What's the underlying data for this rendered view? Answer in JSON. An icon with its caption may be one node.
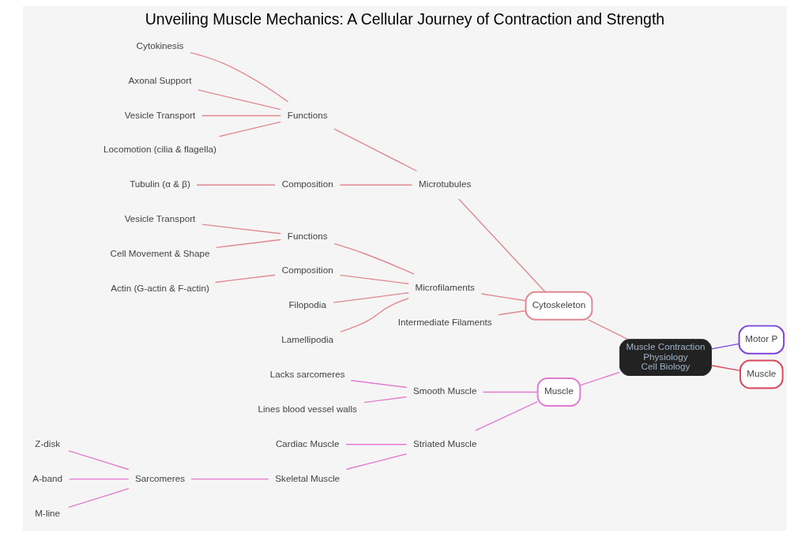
{
  "diagram": {
    "title": "Unveiling Muscle Mechanics: A Cellular Journey of Contraction and Strength",
    "nodes": [
      {
        "text": [
          "Muscle Contraction",
          "Physiology",
          "Cell Biology"
        ]
      },
      {
        "text": [
          "Cytoskeleton"
        ]
      },
      {
        "text": [
          "Microtubules"
        ]
      },
      {
        "text": [
          "Functions"
        ]
      },
      {
        "text": [
          "Cytokinesis"
        ]
      },
      {
        "text": [
          "Axonal Support"
        ]
      },
      {
        "text": [
          "Vesicle Transport"
        ]
      },
      {
        "text": [
          "Locomotion (cilia & flagella)"
        ]
      },
      {
        "text": [
          "Composition"
        ]
      },
      {
        "text": [
          "Tubulin (α & β)"
        ]
      },
      {
        "text": [
          "Microfilaments"
        ]
      },
      {
        "text": [
          "Functions"
        ]
      },
      {
        "text": [
          "Vesicle Transport"
        ]
      },
      {
        "text": [
          "Cell Movement & Shape"
        ]
      },
      {
        "text": [
          "Composition"
        ]
      },
      {
        "text": [
          "Actin (G-actin & F-actin)"
        ]
      },
      {
        "text": [
          "Filopodia"
        ]
      },
      {
        "text": [
          "Lamellipodia"
        ]
      },
      {
        "text": [
          "Intermediate Filaments"
        ]
      },
      {
        "text": [
          "Muscle"
        ]
      },
      {
        "text": [
          "Smooth Muscle"
        ]
      },
      {
        "text": [
          "Lacks sarcomeres"
        ]
      },
      {
        "text": [
          "Lines blood vessel walls"
        ]
      },
      {
        "text": [
          "Striated Muscle"
        ]
      },
      {
        "text": [
          "Cardiac Muscle"
        ]
      },
      {
        "text": [
          "Skeletal Muscle"
        ]
      },
      {
        "text": [
          "Sarcomeres"
        ]
      },
      {
        "text": [
          "Z-disk"
        ]
      },
      {
        "text": [
          "A-band"
        ]
      },
      {
        "text": [
          "M-line"
        ]
      },
      {
        "text": [
          "Motor P"
        ]
      },
      {
        "text": [
          "Muscle"
        ]
      }
    ],
    "edges": [
      {
        "from": 0,
        "to": 1,
        "arrow": "none"
      },
      {
        "from": 1,
        "to": 2,
        "arrow": "none"
      },
      {
        "from": 2,
        "to": 3,
        "arrow": "none"
      },
      {
        "from": 3,
        "to": 4,
        "arrow": "none"
      },
      {
        "from": 3,
        "to": 5,
        "arrow": "none"
      },
      {
        "from": 3,
        "to": 6,
        "arrow": "none"
      },
      {
        "from": 3,
        "to": 7,
        "arrow": "none"
      },
      {
        "from": 2,
        "to": 8,
        "arrow": "none"
      },
      {
        "from": 8,
        "to": 9,
        "arrow": "none"
      },
      {
        "from": 1,
        "to": 10,
        "arrow": "none"
      },
      {
        "from": 10,
        "to": 11,
        "arrow": "none"
      },
      {
        "from": 11,
        "to": 12,
        "arrow": "none"
      },
      {
        "from": 11,
        "to": 13,
        "arrow": "none"
      },
      {
        "from": 10,
        "to": 14,
        "arrow": "none"
      },
      {
        "from": 14,
        "to": 15,
        "arrow": "none"
      },
      {
        "from": 10,
        "to": 16,
        "arrow": "none"
      },
      {
        "from": 10,
        "to": 17,
        "arrow": "none"
      },
      {
        "from": 1,
        "to": 18,
        "arrow": "none"
      },
      {
        "from": 0,
        "to": 19,
        "arrow": "none",
        "color": "#e27bd0"
      },
      {
        "from": 19,
        "to": 20,
        "arrow": "none",
        "color": "#e27bd0"
      },
      {
        "from": 20,
        "to": 21,
        "arrow": "none",
        "color": "#e27bd0"
      },
      {
        "from": 20,
        "to": 22,
        "arrow": "none",
        "color": "#e27bd0"
      },
      {
        "from": 19,
        "to": 23,
        "arrow": "none",
        "color": "#e27bd0"
      },
      {
        "from": 23,
        "to": 24,
        "arrow": "none",
        "color": "#e27bd0"
      },
      {
        "from": 23,
        "to": 25,
        "arrow": "none",
        "color": "#e27bd0"
      },
      {
        "from": 25,
        "to": 26,
        "arrow": "none",
        "color": "#e27bd0"
      },
      {
        "from": 26,
        "to": 27,
        "arrow": "none",
        "color": "#e27bd0"
      },
      {
        "from": 26,
        "to": 28,
        "arrow": "none",
        "color": "#e27bd0"
      },
      {
        "from": 26,
        "to": 29,
        "arrow": "none",
        "color": "#e27bd0"
      },
      {
        "from": 0,
        "to": 30,
        "arrow": "none",
        "color": "#7b45e0"
      },
      {
        "from": 0,
        "to": 31,
        "arrow": "none",
        "color": "#d9475e"
      }
    ]
  }
}
